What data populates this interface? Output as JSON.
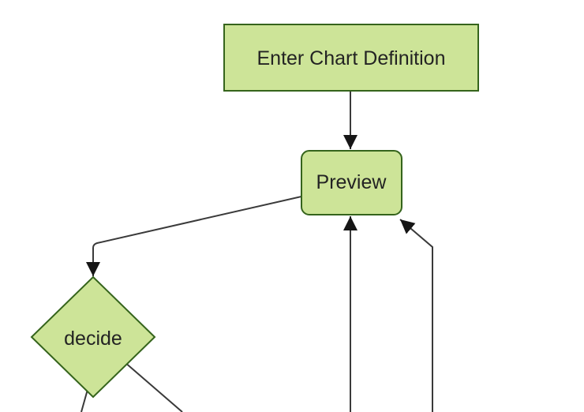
{
  "diagram": {
    "type": "flowchart",
    "orientation": "top-down",
    "nodes": [
      {
        "id": "enter-chart-definition",
        "label": "Enter Chart Definition",
        "shape": "rectangle"
      },
      {
        "id": "preview",
        "label": "Preview",
        "shape": "rounded-rectangle"
      },
      {
        "id": "decide",
        "label": "decide",
        "shape": "diamond"
      }
    ],
    "edges": [
      {
        "from": "enter-chart-definition",
        "to": "preview",
        "arrowhead": true
      },
      {
        "from": "preview",
        "to": "decide",
        "arrowhead": true
      },
      {
        "from": "offscreen-bottom",
        "to": "preview",
        "arrowhead": true
      },
      {
        "from": "offscreen-bottom-right",
        "to": "preview",
        "arrowhead": true
      },
      {
        "from": "decide",
        "to": "offscreen-bottom-left",
        "arrowhead": false
      },
      {
        "from": "decide",
        "to": "offscreen-bottom-right",
        "arrowhead": false
      }
    ],
    "colors": {
      "node_fill": "#cde498",
      "node_border": "#35641c",
      "edge_line": "#3a3a3a",
      "arrowhead": "#161616",
      "label_text": "#232323",
      "background": "#ffffff"
    }
  }
}
